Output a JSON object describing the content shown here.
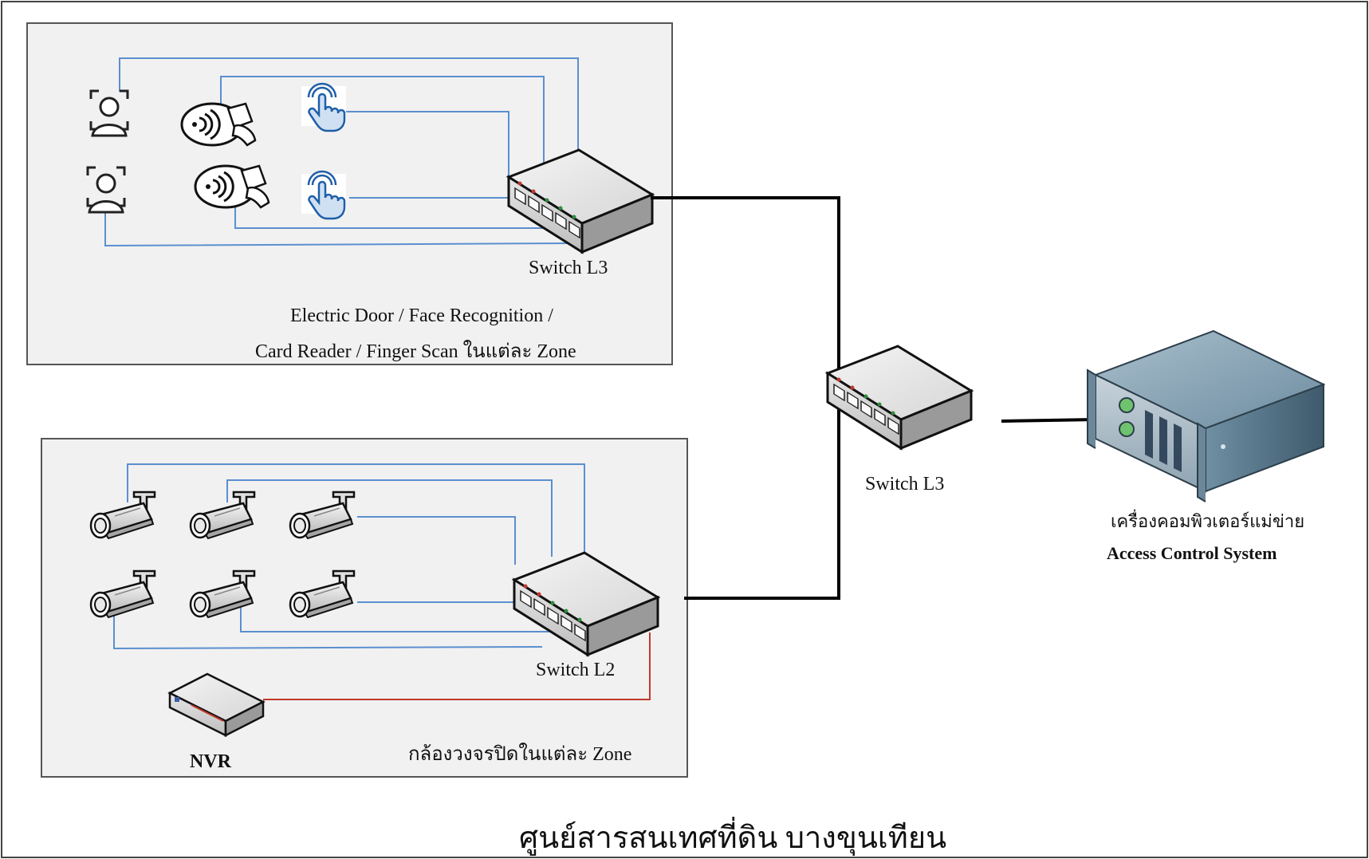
{
  "diagram": {
    "title": "ศูนย์สารสนเทศที่ดิน บางขุนเทียน",
    "access_zone": {
      "switch_label": "Switch L3",
      "caption_line1": "Electric Door / Face Recognition /",
      "caption_line2": "Card Reader / Finger Scan ในแต่ละ Zone",
      "devices": [
        "face-recognition",
        "card-reader",
        "finger-scan"
      ]
    },
    "cctv_zone": {
      "switch_label": "Switch L2",
      "recorder_label": "NVR",
      "caption": "กล้องวงจรปิดในแต่ละ Zone",
      "camera_count": 6
    },
    "core": {
      "switch_label": "Switch L3"
    },
    "server": {
      "label_thai": "เครื่องคอมพิวเตอร์แม่ข่าย",
      "label_en": "Access Control System"
    },
    "colors": {
      "access_line": "#5b8fd0",
      "trunk_line": "#000000",
      "nvr_line": "#c0392b",
      "zone_fill": "#f1f1f1",
      "zone_border": "#555555"
    }
  }
}
